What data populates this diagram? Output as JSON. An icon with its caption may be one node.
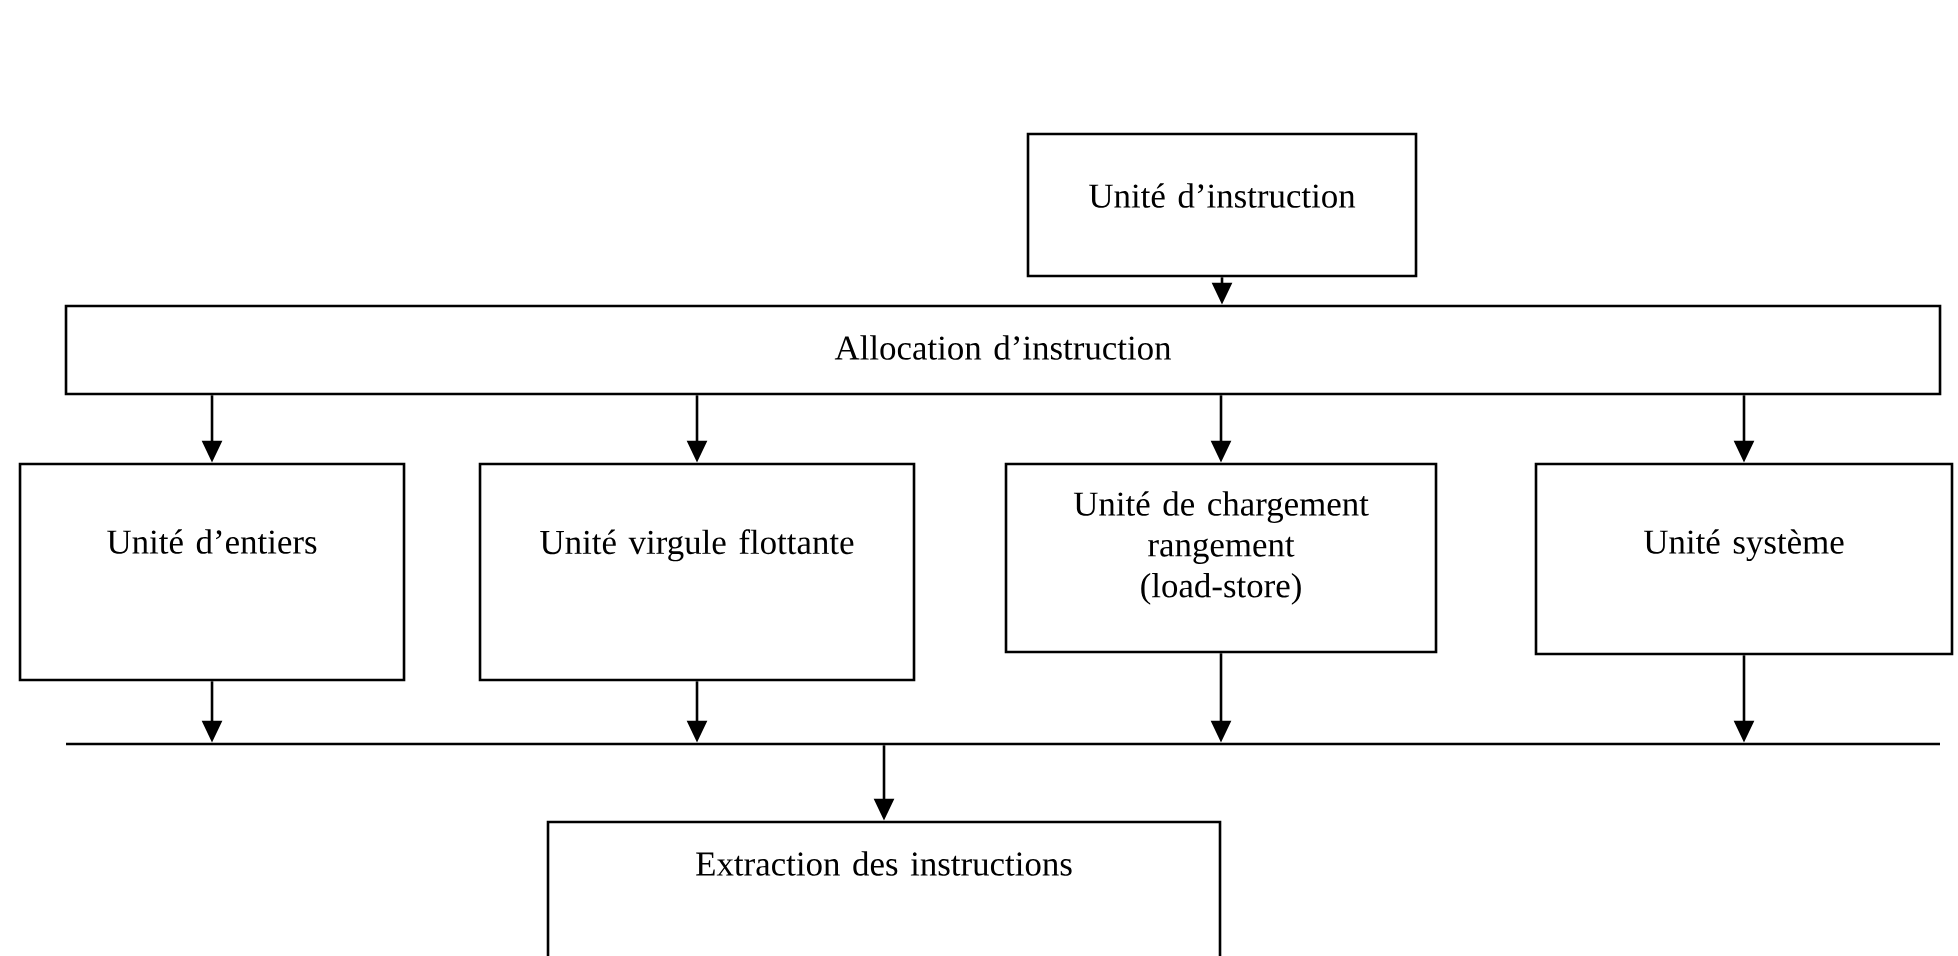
{
  "diagram": {
    "nodes": [
      {
        "text": [
          "Unité d’instruction"
        ]
      },
      {
        "text": [
          "Allocation d’instruction"
        ]
      },
      {
        "text": [
          "Unité d’entiers"
        ]
      },
      {
        "text": [
          "Unité virgule flottante"
        ]
      },
      {
        "text": [
          "Unité de chargement rangement (load-store)"
        ]
      },
      {
        "text": [
          "Unité système"
        ]
      },
      {
        "text": [],
        "shape": "bar"
      },
      {
        "text": [
          "Extraction des instructions"
        ]
      }
    ],
    "edges": [
      {
        "from": 0,
        "to": 1,
        "arrow": "to"
      },
      {
        "from": 1,
        "to": 2,
        "arrow": "to"
      },
      {
        "from": 1,
        "to": 3,
        "arrow": "to"
      },
      {
        "from": 1,
        "to": 4,
        "arrow": "to"
      },
      {
        "from": 1,
        "to": 5,
        "arrow": "to"
      },
      {
        "from": 2,
        "to": 6,
        "arrow": "to"
      },
      {
        "from": 3,
        "to": 6,
        "arrow": "to"
      },
      {
        "from": 4,
        "to": 6,
        "arrow": "to"
      },
      {
        "from": 5,
        "to": 6,
        "arrow": "to"
      },
      {
        "from": 6,
        "to": 7,
        "arrow": "to"
      }
    ]
  }
}
